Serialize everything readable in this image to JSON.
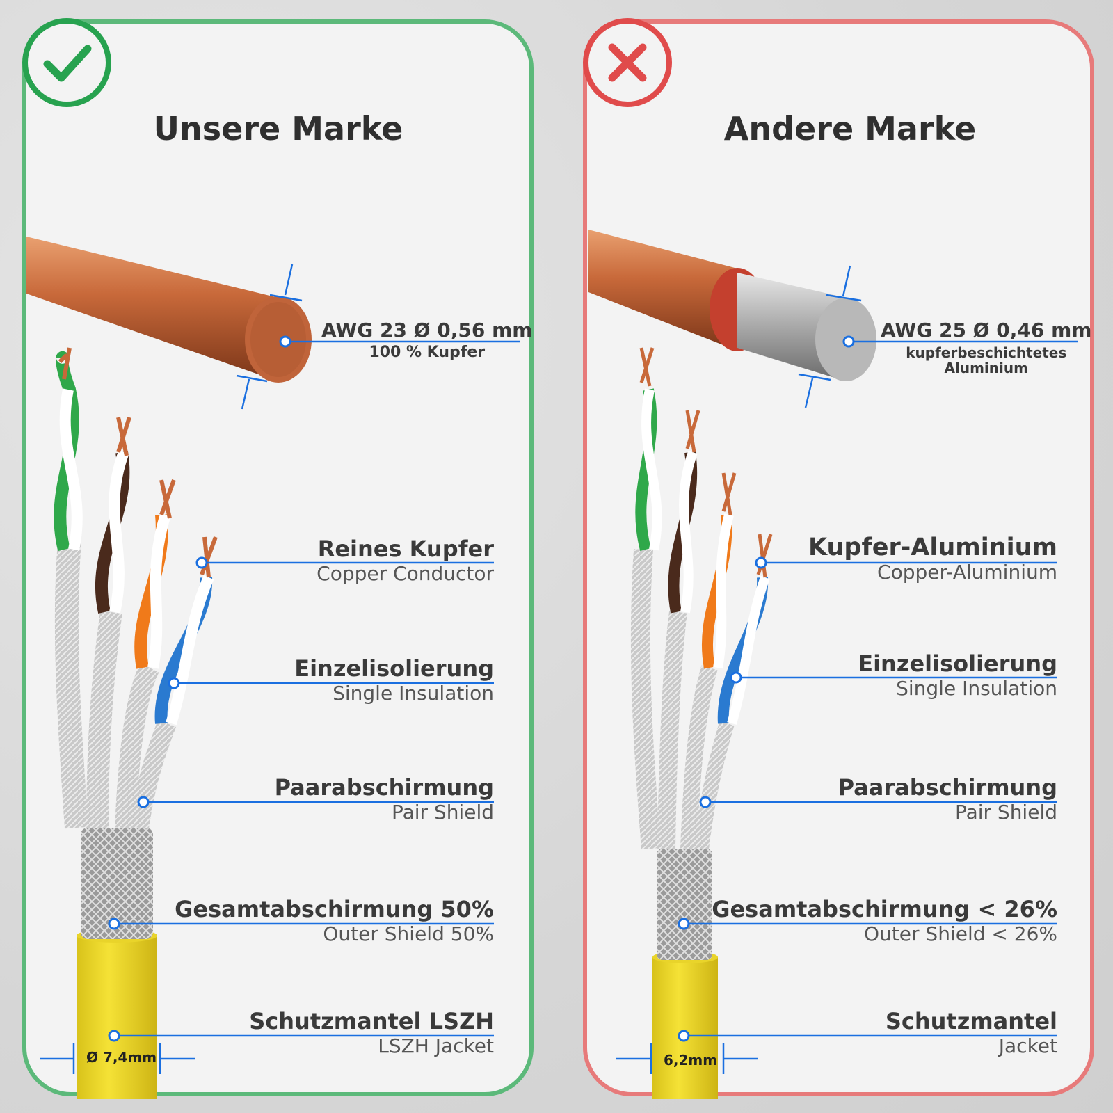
{
  "colors": {
    "good": "#27a24f",
    "bad": "#e04b4b",
    "line": "#1a6fe0",
    "jacket": "#f2dd2a",
    "copper": "#c8693a"
  },
  "left": {
    "title": "Unsere Marke",
    "badge_icon": "check-icon",
    "conductor": {
      "awg": "AWG 23 Ø 0,56 mm",
      "material": "100 % Kupfer"
    },
    "labels": [
      {
        "main": "Reines Kupfer",
        "sub": "Copper Conductor"
      },
      {
        "main": "Einzelisolierung",
        "sub": "Single Insulation"
      },
      {
        "main": "Paarabschirmung",
        "sub": "Pair Shield"
      },
      {
        "main": "Gesamtabschirmung 50%",
        "sub": "Outer Shield 50%"
      },
      {
        "main": "Schutzmantel LSZH",
        "sub": "LSZH Jacket"
      }
    ],
    "diameter": "Ø 7,4mm"
  },
  "right": {
    "title": "Andere Marke",
    "badge_icon": "cross-icon",
    "conductor": {
      "awg": "AWG 25 Ø 0,46 mm",
      "material_line1": "kupferbeschichtetes",
      "material_line2": "Aluminium"
    },
    "labels": [
      {
        "main": "Kupfer-Aluminium",
        "sub": "Copper-Aluminium"
      },
      {
        "main": "Einzelisolierung",
        "sub": "Single Insulation"
      },
      {
        "main": "Paarabschirmung",
        "sub": "Pair Shield"
      },
      {
        "main": "Gesamtabschirmung < 26%",
        "sub": "Outer Shield < 26%"
      },
      {
        "main": "Schutzmantel",
        "sub": "Jacket"
      }
    ],
    "diameter": "6,2mm"
  }
}
